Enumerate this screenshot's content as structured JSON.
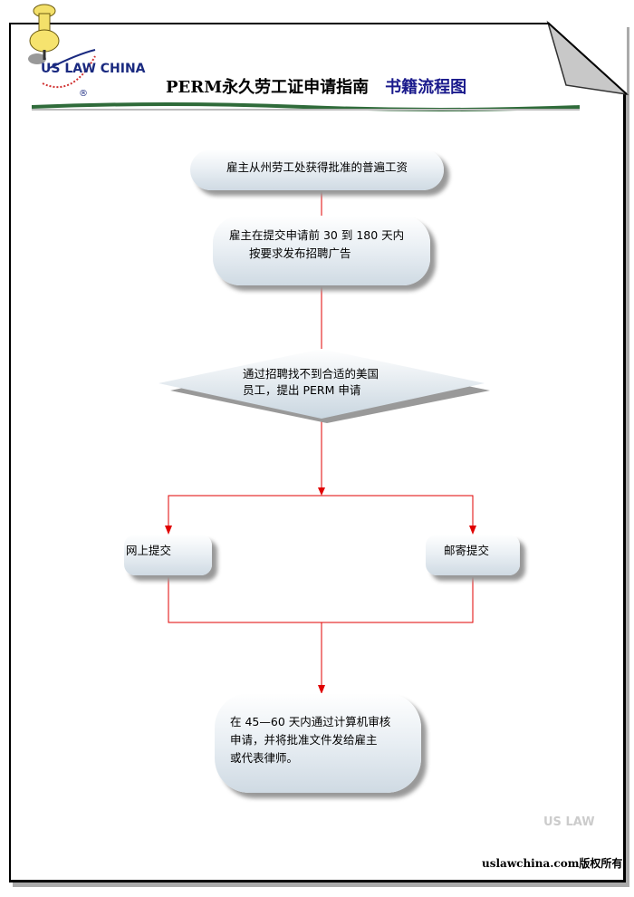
{
  "header": {
    "title": "PERM永久劳工证申请指南",
    "subtitle": "书籍流程图",
    "logo_text": "US LAW CHINA"
  },
  "flow": {
    "step1": "雇主从州劳工处获得批准的普遍工资",
    "step2_line1": "雇主在提交申请前 30 到 180 天内",
    "step2_line2": "按要求发布招聘广告",
    "decision_line1": "通过招聘找不到合适的美国",
    "decision_line2": "员工，提出 PERM 申请",
    "online": "网上提交",
    "mail": "邮寄提交",
    "final_line1": "在 45—60 天内通过计算机审核",
    "final_line2": "申请，并将批准文件发给雇主",
    "final_line3": "或代表律师。"
  },
  "footer": "uslawchina.com版权所有",
  "colors": {
    "arrow": "#e00000",
    "subtitle": "#1a1a8c"
  }
}
